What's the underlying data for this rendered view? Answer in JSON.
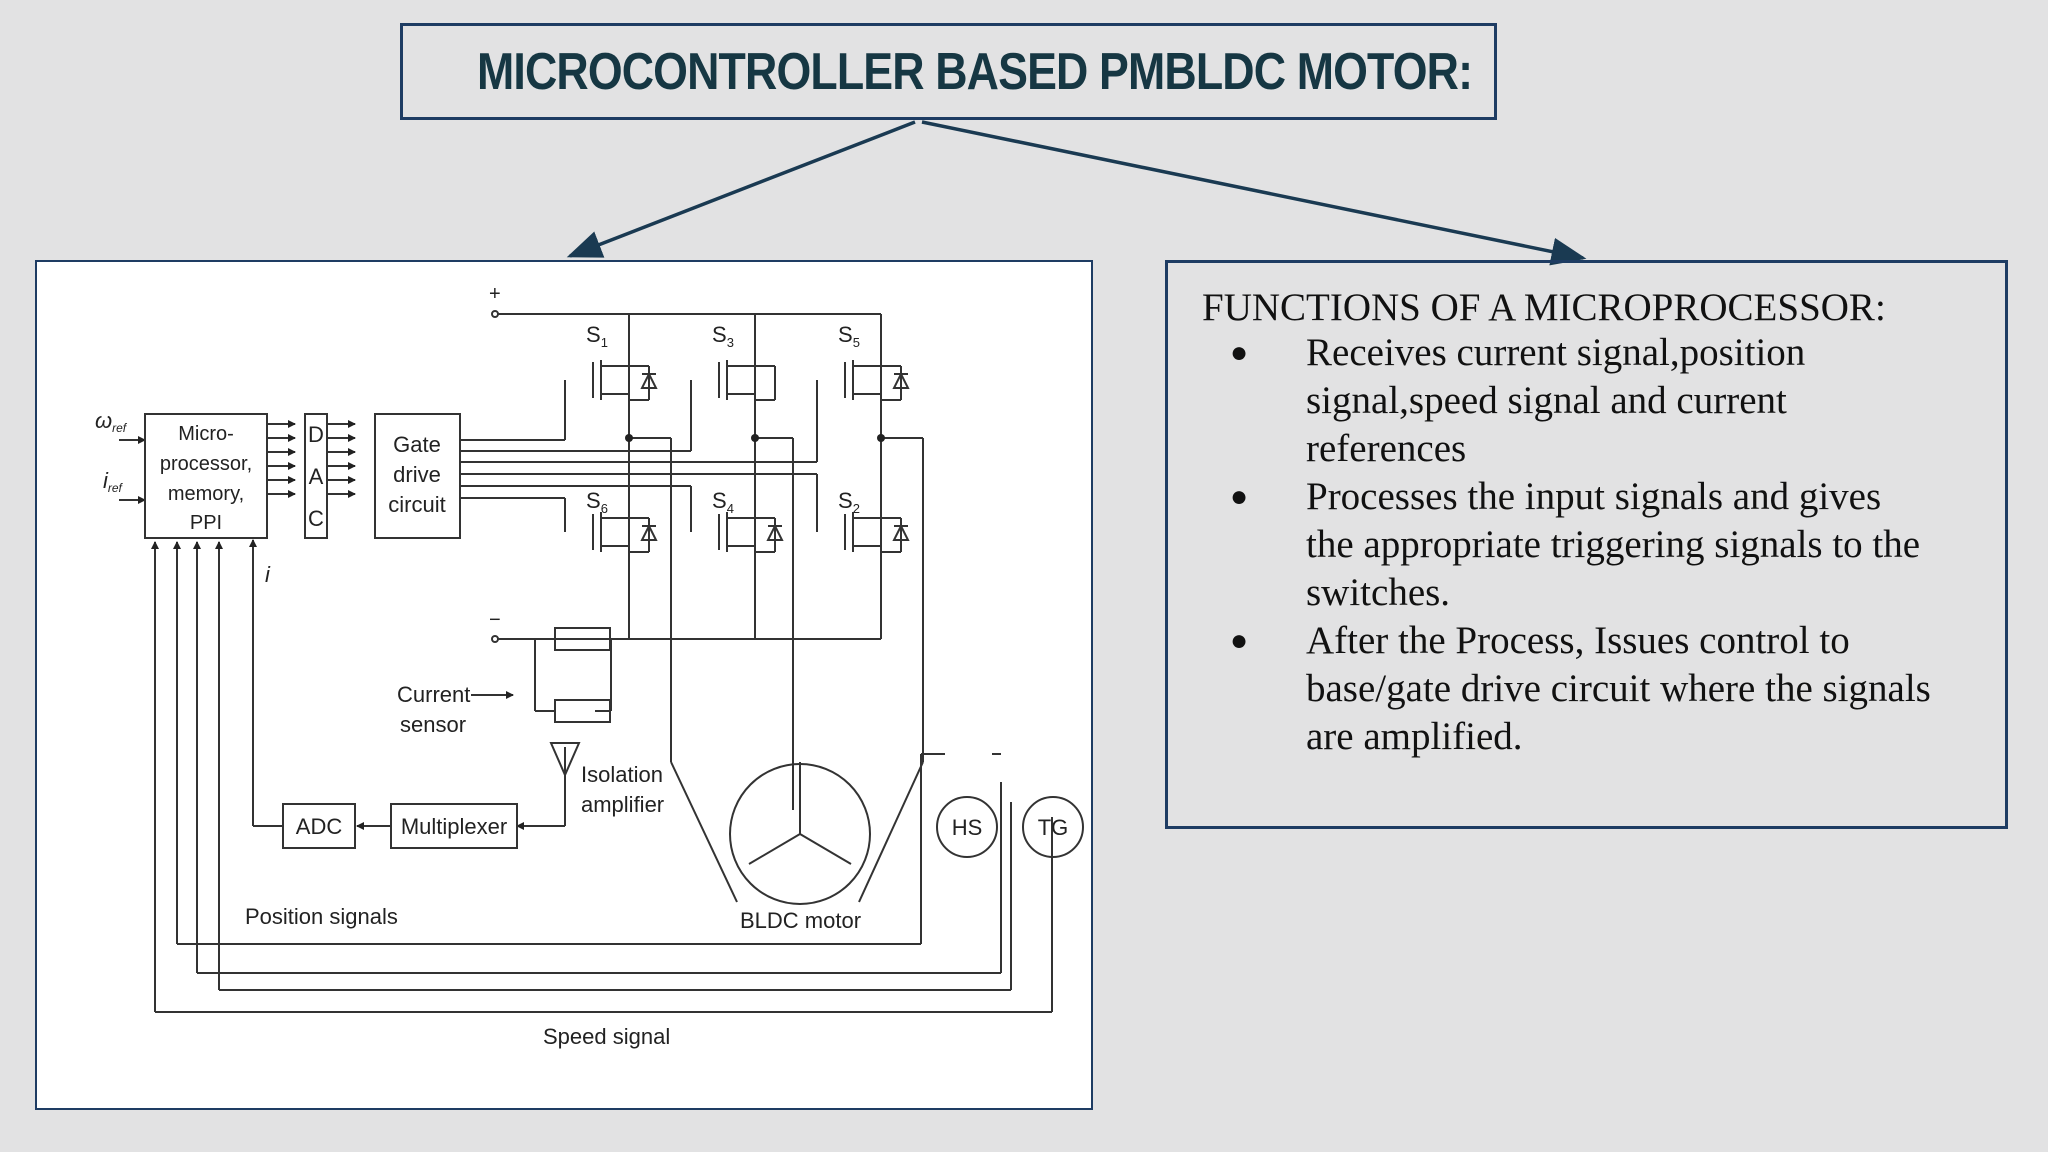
{
  "title": "MICROCONTROLLER BASED PMBLDC MOTOR:",
  "diagram": {
    "labels": {
      "omega_ref": "ω",
      "omega_sub": "ref",
      "i_ref": "i",
      "i_sub": "ref",
      "micro_line1": "Micro-",
      "micro_line2": "processor,",
      "micro_line3": "memory,",
      "micro_line4": "PPI",
      "dac_d": "D",
      "dac_a": "A",
      "dac_c": "C",
      "gate_line1": "Gate",
      "gate_line2": "drive",
      "gate_line3": "circuit",
      "s1": "S",
      "s1_sub": "1",
      "s3": "S",
      "s3_sub": "3",
      "s5": "S",
      "s5_sub": "5",
      "s6": "S",
      "s6_sub": "6",
      "s4": "S",
      "s4_sub": "4",
      "s2": "S",
      "s2_sub": "2",
      "plus": "+",
      "minus": "−",
      "i_label": "i",
      "current_line1": "Current",
      "current_line2": "sensor",
      "isolation_line1": "Isolation",
      "isolation_line2": "amplifier",
      "adc": "ADC",
      "multiplexer": "Multiplexer",
      "hs": "HS",
      "tg": "TG",
      "position_signals": "Position signals",
      "bldc_motor": "BLDC motor",
      "speed_signal": "Speed signal"
    }
  },
  "functions": {
    "heading": "FUNCTIONS OF A MICROPROCESSOR:",
    "items": [
      {
        "lines": [
          "Receives current signal,position",
          "signal,speed signal and current",
          "references"
        ]
      },
      {
        "lines": [
          "Processes the input signals and gives",
          "the appropriate triggering signals to the",
          "switches."
        ]
      },
      {
        "lines": [
          "After the Process, Issues control to",
          "base/gate drive circuit where the signals",
          "are amplified."
        ]
      }
    ]
  },
  "colors": {
    "frame": "#1e3c63",
    "title_text": "#163743",
    "background": "#e2e2e3"
  }
}
